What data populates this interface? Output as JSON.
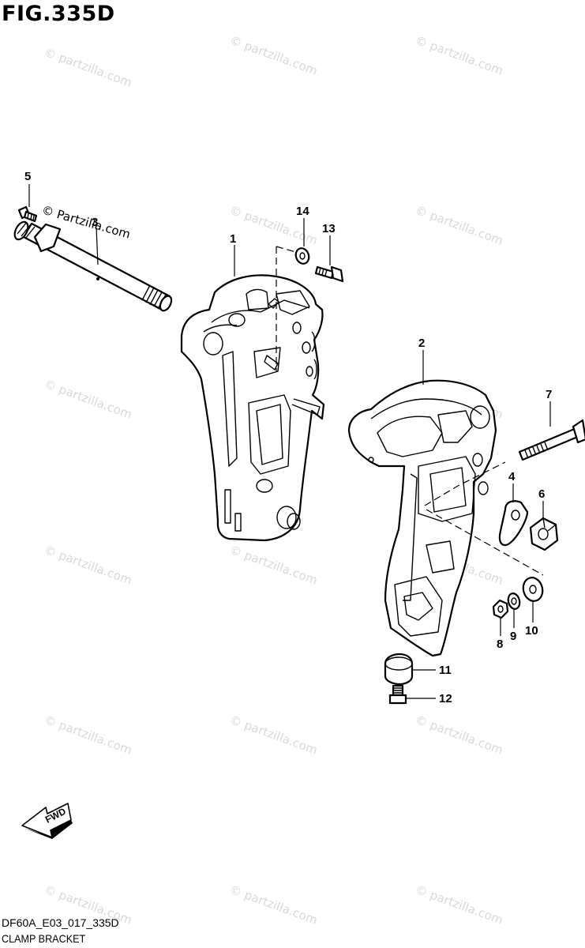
{
  "figure": {
    "title": "FIG.335D",
    "code": "DF60A_E03_017_335D",
    "name": "CLAMP BRACKET"
  },
  "watermark": {
    "text": "© Partzilla.com",
    "text_lower": "© partzilla.com",
    "color": "#d9d9d9"
  },
  "fwd_arrow": {
    "label": "FWD"
  },
  "callouts": [
    "1",
    "2",
    "3",
    "4",
    "5",
    "6",
    "7",
    "8",
    "9",
    "10",
    "11",
    "12",
    "13",
    "14"
  ]
}
